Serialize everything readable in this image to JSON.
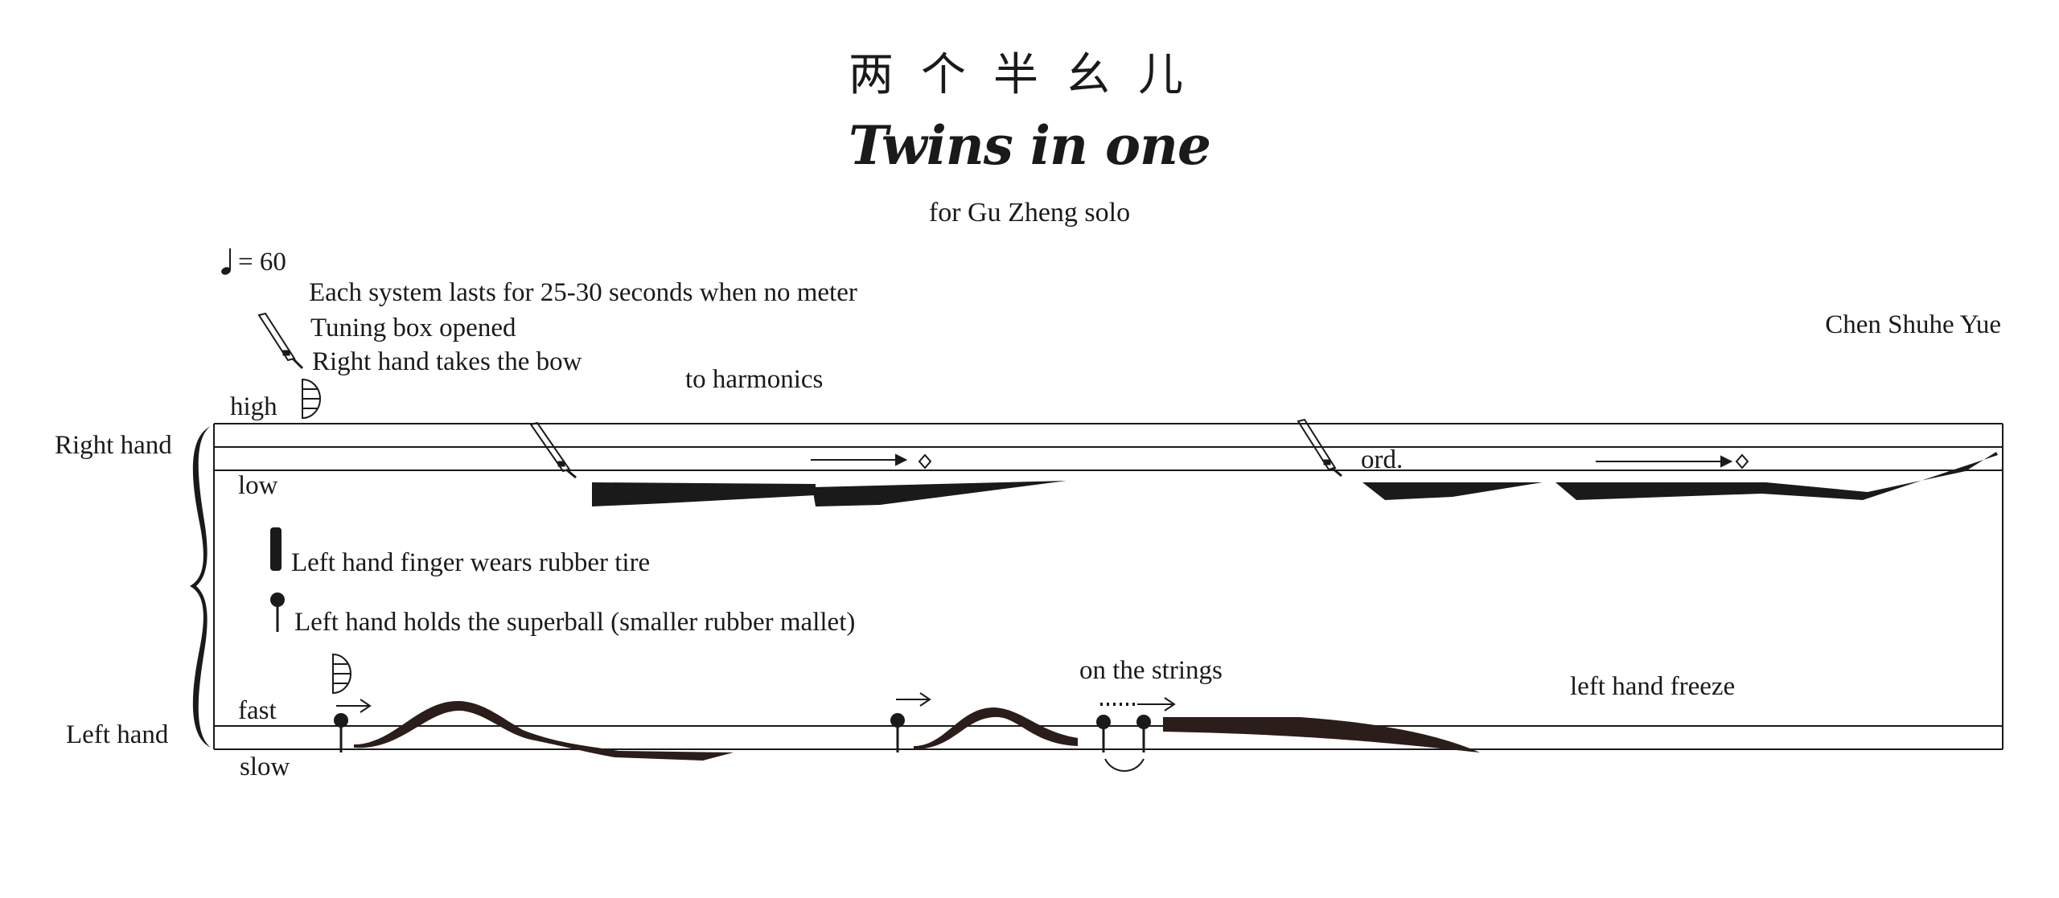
{
  "header": {
    "title_cn": "两个半幺儿",
    "title_en": "Twins in one",
    "subtitle": "for Gu Zheng solo",
    "composer": "Chen Shuhe Yue"
  },
  "tempo": {
    "marking": "= 60"
  },
  "instructions": {
    "duration": "Each system lasts for 25-30 seconds when no meter",
    "tuning_box": "Tuning box opened",
    "bow": "Right hand takes the bow",
    "rubber_tire": "Left hand finger wears rubber tire",
    "superball": "Left hand holds the superball (smaller rubber mallet)"
  },
  "staves": {
    "right_hand_label": "Right hand",
    "left_hand_label": "Left hand",
    "high": "high",
    "low": "low",
    "fast": "fast",
    "slow": "slow"
  },
  "annotations": {
    "to_harmonics": "to harmonics",
    "ord": "ord.",
    "on_strings": "on the strings",
    "freeze": "left hand freeze"
  },
  "colors": {
    "ink": "#1a1a1a",
    "curve": "#2a1d1a"
  }
}
